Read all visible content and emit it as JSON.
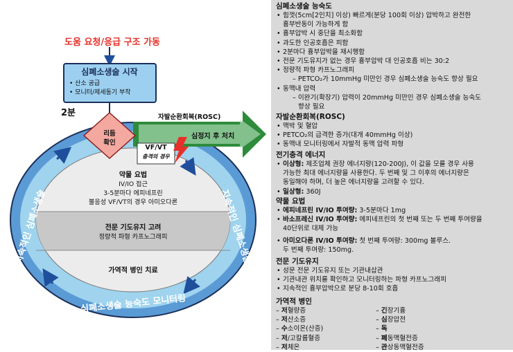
{
  "diagram": {
    "call_help": "도움 요청/응급 구조 가동",
    "start_cpr": {
      "title": "심폐소생술 시작",
      "items": [
        "산소 공급",
        "모니터/제세동기 부착"
      ]
    },
    "two_min": "2분",
    "rhythm_check": [
      "리듬",
      "확인"
    ],
    "rosc_arrow": "자발순환회복(ROSC)",
    "post_arrest": "심정지 후 처치",
    "vf_vt": {
      "title": "VF/VT",
      "subtitle": "충격의 경우"
    },
    "drug": {
      "title": "약물 요법",
      "lines": [
        "IV/IO 접근",
        "3-5분마다 에피네프린",
        "불응성 VF/VT의 경우 아미오다론"
      ]
    },
    "airway": {
      "title": "전문 기도유지 고려",
      "lines": [
        "정량적 파형 카프노그래피"
      ]
    },
    "causes": {
      "title": "가역적 병인 치료"
    },
    "ring_left": "지속적인 심폐소생술",
    "ring_right": "지속적인 심폐소생술",
    "ring_bottom": "심폐소생술 능숙도 모니터링",
    "colors": {
      "ring": "#5b9bd5",
      "ring_light": "#9fd3ee",
      "start_box": "#9dd0f0",
      "rhythm": "#f4a9a0",
      "arrow_green": "#2e8b3b",
      "call_help": "#e8302a"
    }
  },
  "panel": {
    "quality": {
      "title": "심폐소생술 능숙도",
      "items": [
        {
          "text": "힘껏(5cm[2인치] 이상) 빠르게(분당 100회 이상) 압박하고 완전한",
          "cont": "흉부반동이 가능하게 함"
        },
        {
          "text": "흉부압박 시 중단을 최소화함"
        },
        {
          "text": "과도한 인공호흡은 피함"
        },
        {
          "text": "2분마다 흉부압박을 재시행함"
        },
        {
          "text": "전문 기도유지가 없는 경우 흉부압박 대 인공호흡 비는 30:2"
        },
        {
          "text": "정량적 파형 카프노그래피",
          "sub": [
            "– PETCO₂가 10mmHg 미만인 경우 심폐소생술 능숙도 향상 필요"
          ]
        },
        {
          "text": "동맥내 압력",
          "sub": [
            "– 이완기(확장기) 압력이 20mmHg 미만인 경우 심폐소생술 능숙도",
            "향상 필요"
          ]
        }
      ]
    },
    "rosc": {
      "title": "자발순환회복(ROSC)",
      "items": [
        "맥박 및 혈압",
        "PETCO₂의 급격한 증가(대개 40mmHg 이상)",
        "동맥내 모니터링에서 자발적 동맥 압력 파형"
      ]
    },
    "shock": {
      "title": "전기충격 에너지",
      "items": [
        {
          "label": "이상형:",
          "text": "제조업체 권장 에너지량(120-200J), 이 값을 모를 경우 사용",
          "cont": [
            "가능한 최대 에너지량을 사용한다. 두 번째 및 그 이후의 에너지량은",
            "동일해야 하며, 더 높은 에너지량을 고려할 수 있다."
          ]
        },
        {
          "label": "일상형:",
          "text": "360J"
        }
      ]
    },
    "drugs": {
      "title": "약물 요법",
      "items": [
        {
          "label": "에피네프린 IV/IO 투여량:",
          "text": "3-5분마다 1mg"
        },
        {
          "label": "바소프레신 IV/IO 투여량:",
          "text": "에피네프린의 첫 번째 또는 두 번째 투여량을",
          "cont": [
            "40단위로 대체 가능"
          ]
        },
        {
          "label": "아미오다론 IV/IO 투여량:",
          "text": "첫 번째 투여량: 300mg 볼루스.",
          "cont": [
            "두 번째 투여량: 150mg."
          ]
        }
      ]
    },
    "airway": {
      "title": "전문 기도유지",
      "items": [
        "성문 전문 기도유지 또는 기관내삽관",
        "기관내관 위치를 확인하고 모니터링하는 파형 카프노그래피",
        "지속적인 흉부압박으로 분당 8-10회 호흡"
      ]
    },
    "causes": {
      "title": "가역적 병인",
      "left": [
        {
          "bold": "저",
          "rest": "혈량증"
        },
        {
          "bold": "저",
          "rest": "산소증"
        },
        {
          "bold": "수",
          "rest": "소이온(산증)"
        },
        {
          "bold": "저",
          "rest": "/고칼륨혈증"
        },
        {
          "bold": "저",
          "rest": "체온"
        }
      ],
      "right": [
        {
          "bold": "긴",
          "rest": "장기흉"
        },
        {
          "bold": "심",
          "rest": "장압전"
        },
        {
          "bold": "독",
          "rest": ""
        },
        {
          "bold": "폐",
          "rest": "동맥혈전증"
        },
        {
          "bold": "관",
          "rest": "상동맥혈전증"
        }
      ]
    }
  }
}
